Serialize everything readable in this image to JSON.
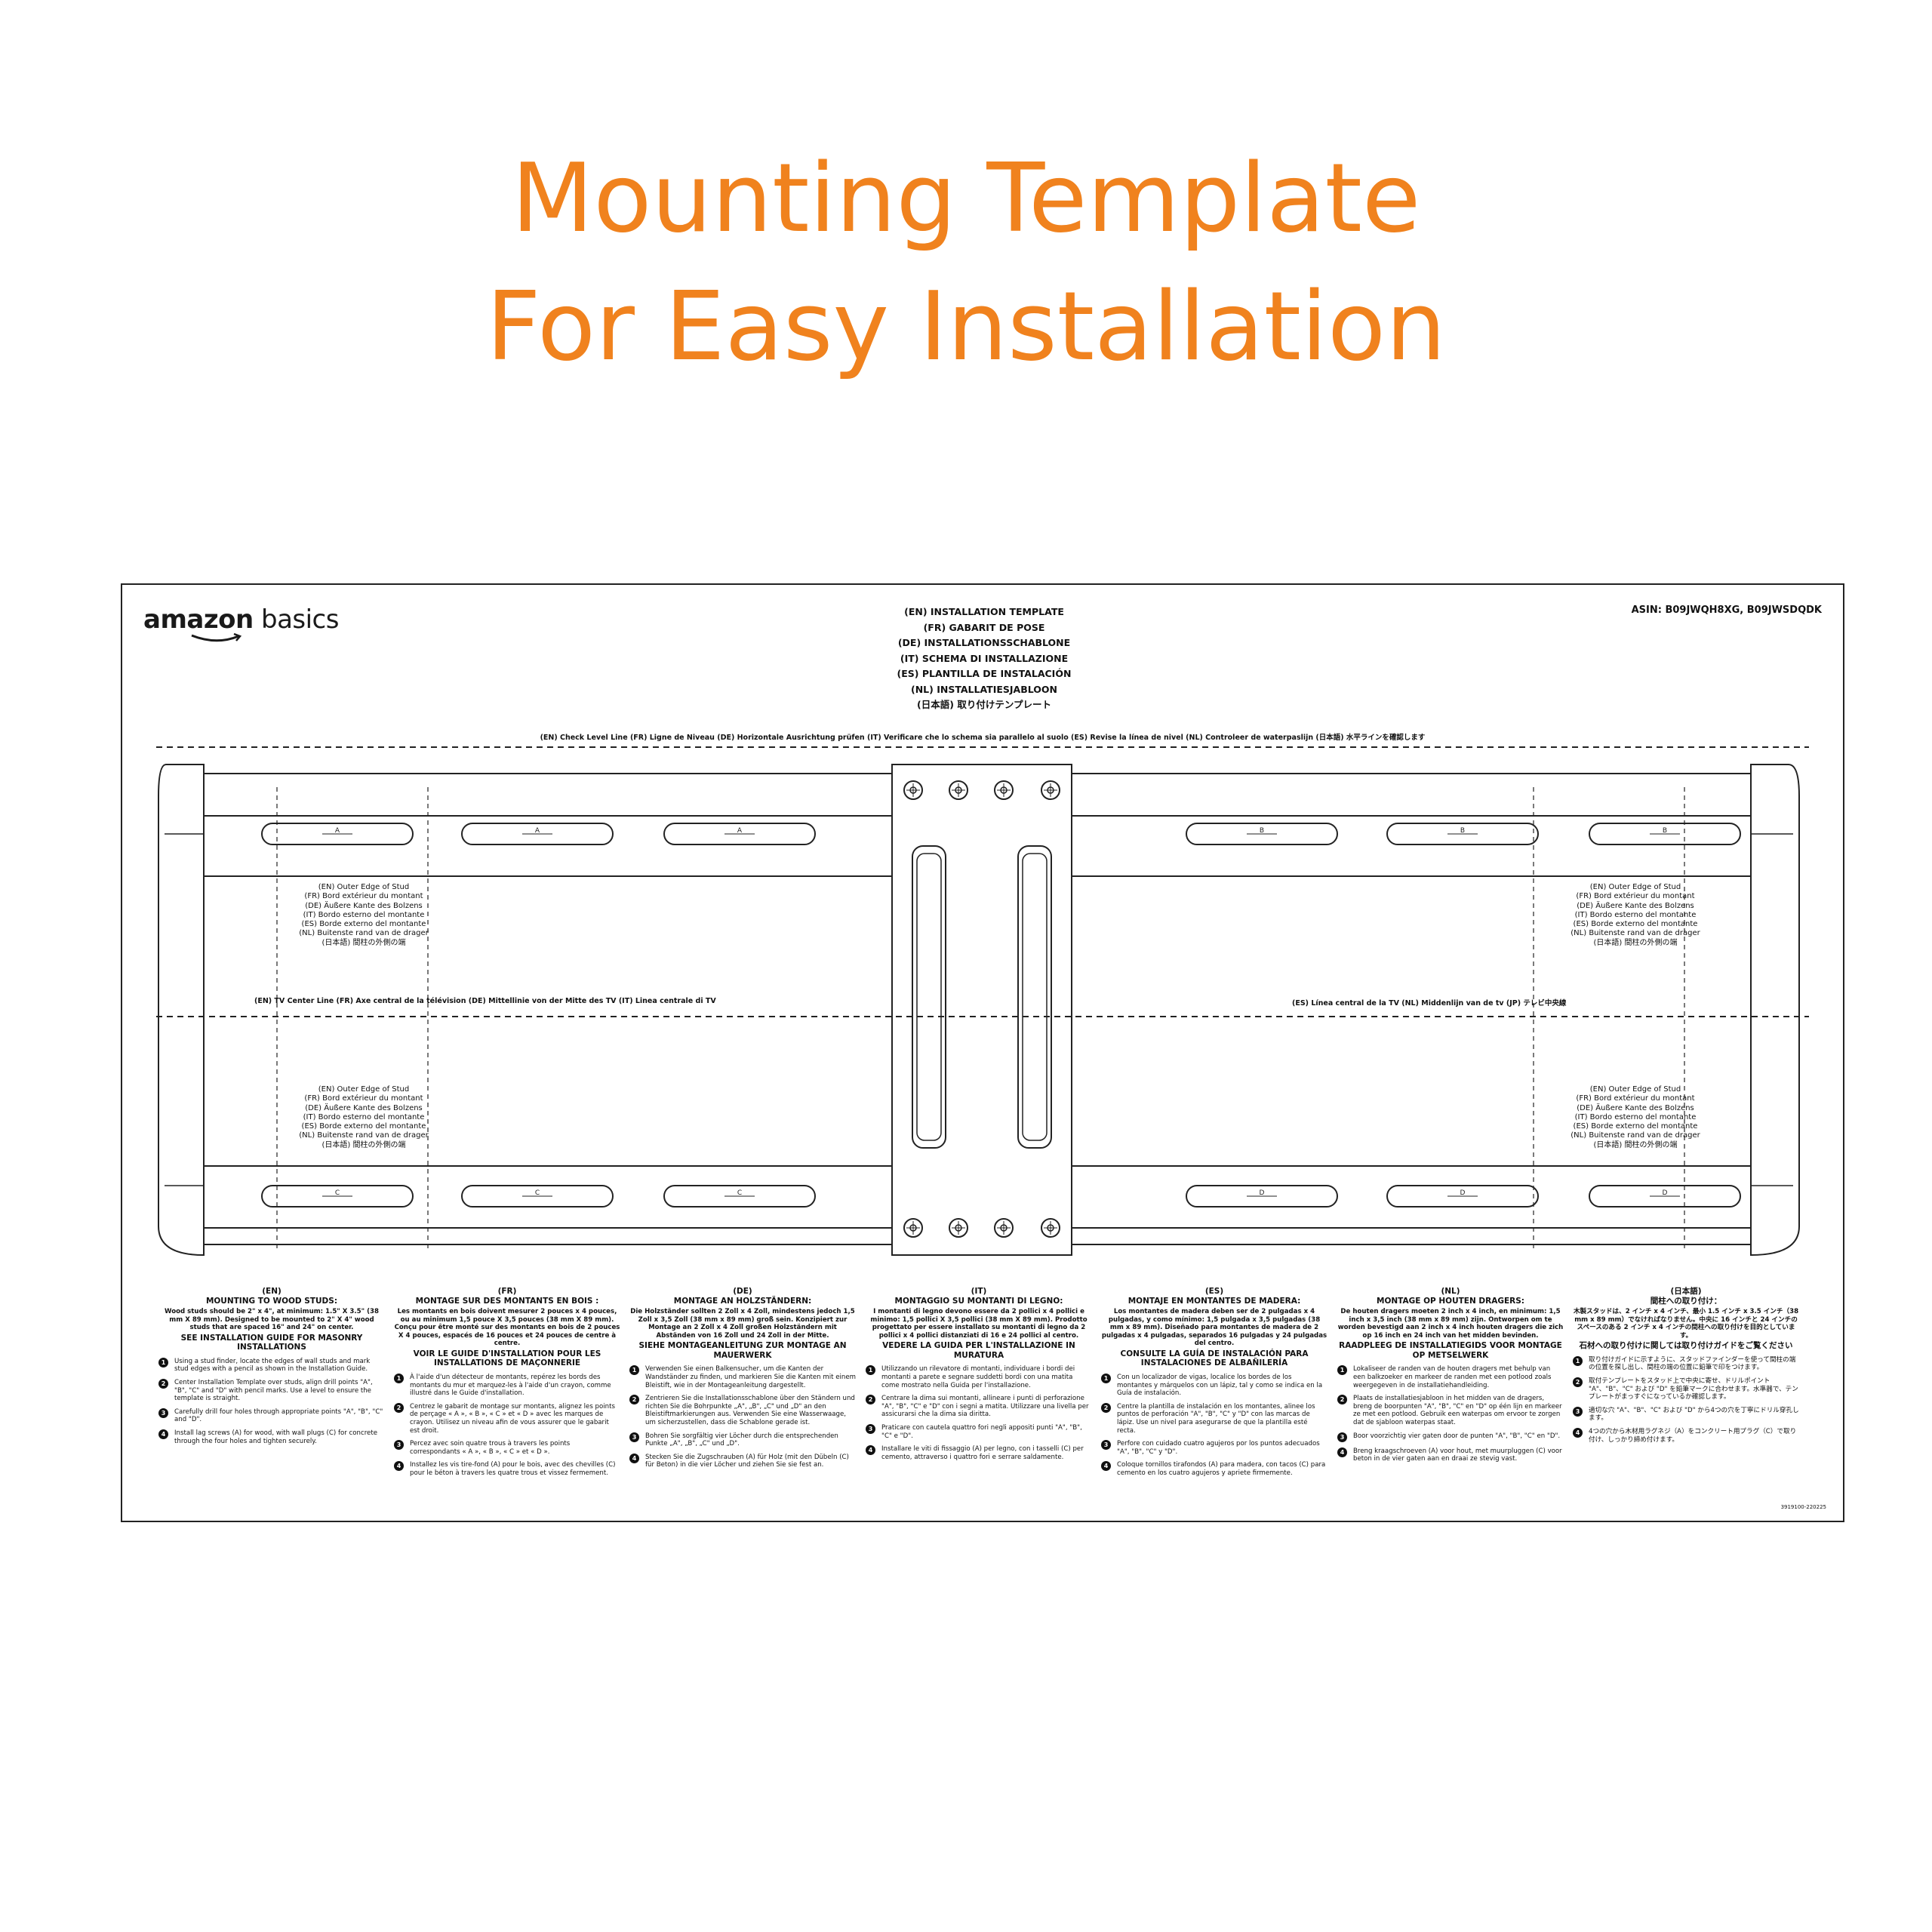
{
  "headline": {
    "line1": "Mounting Template",
    "line2": "For Easy Installation"
  },
  "brand": {
    "part1": "amazon",
    "part2": "basics"
  },
  "asin": "ASIN: B09JWQH8XG, B09JWSDQDK",
  "template_titles": [
    "(EN) INSTALLATION TEMPLATE",
    "(FR) GABARIT DE POSE",
    "(DE) INSTALLATIONSSCHABLONE",
    "(IT) SCHEMA DI INSTALLAZIONE",
    "(ES) PLANTILLA DE INSTALACIÓN",
    "(NL) INSTALLATIESJABLOON",
    "(日本語) 取り付けテンプレート"
  ],
  "level_line": "(EN) Check Level Line    (FR) Ligne de Niveau    (DE) Horizontale Ausrichtung prüfen    (IT) Verificare che lo schema sia parallelo al suolo    (ES) Revise la línea de nivel    (NL) Controleer de waterpaslijn    (日本語) 水平ラインを確認します",
  "center_line_left": "(EN) TV Center Line    (FR) Axe central de la télévision    (DE) Mittellinie von der Mitte des TV    (IT) Linea centrale di TV",
  "center_line_right": "(ES) Línea central de la TV    (NL) Middenlijn van de tv    (JP) テレビ中央線",
  "stud_label": [
    "(EN) Outer Edge of Stud",
    "(FR) Bord extérieur du montant",
    "(DE) Äußere Kante des Bolzens",
    "(IT) Bordo esterno del montante",
    "(ES) Borde externo del montante",
    "(NL) Buitenste rand van de drager",
    "(日本語) 間柱の外側の端"
  ],
  "slot_letters": {
    "a": "A",
    "b": "B",
    "c": "C",
    "d": "D"
  },
  "columns": [
    {
      "lang": "(EN)",
      "heading": "MOUNTING TO WOOD STUDS:",
      "body": "Wood studs should be 2\" x 4\", at minimum: 1.5\" X 3.5\" (38 mm X 89 mm). Designed to be mounted to 2\" X 4\" wood studs that are spaced 16\" and 24\" on center.",
      "heading2": "SEE INSTALLATION GUIDE FOR MASONRY INSTALLATIONS",
      "steps": [
        "Using a stud finder, locate the edges of wall studs and mark stud edges with a pencil as shown in the Installation Guide.",
        "Center Installation Template over studs, align drill points \"A\", \"B\", \"C\" and \"D\" with pencil marks. Use a level to ensure the template is straight.",
        "Carefully drill four holes through appropriate points \"A\", \"B\", \"C\" and \"D\".",
        "Install lag screws (A) for wood, with wall plugs (C) for concrete through the four holes and tighten securely."
      ]
    },
    {
      "lang": "(FR)",
      "heading": "MONTAGE SUR DES MONTANTS EN BOIS :",
      "body": "Les montants en bois doivent mesurer 2 pouces x 4 pouces, ou au minimum 1,5 pouce X 3,5 pouces (38 mm X 89 mm). Conçu pour être monté sur des montants en bois de 2 pouces X 4 pouces, espacés de 16 pouces et 24 pouces de centre à centre.",
      "heading2": "VOIR LE GUIDE D'INSTALLATION POUR LES INSTALLATIONS DE MAÇONNERIE",
      "steps": [
        "À l'aide d'un détecteur de montants, repérez les bords des montants du mur et marquez-les à l'aide d'un crayon, comme illustré dans le Guide d'installation.",
        "Centrez le gabarit de montage sur montants, alignez les points de perçage « A », « B », « C » et « D » avec les marques de crayon. Utilisez un niveau afin de vous assurer que le gabarit est droit.",
        "Percez avec soin quatre trous à travers les points correspondants « A », « B », « C » et « D ».",
        "Installez les vis tire-fond (A) pour le bois, avec des chevilles (C) pour le béton à travers les quatre trous et vissez fermement."
      ]
    },
    {
      "lang": "(DE)",
      "heading": "MONTAGE AN HOLZSTÄNDERN:",
      "body": "Die Holzständer sollten 2 Zoll x 4 Zoll, mindestens jedoch 1,5 Zoll x 3,5 Zoll (38 mm x 89 mm) groß sein. Konzipiert zur Montage an 2 Zoll x 4 Zoll großen Holzständern mit Abständen von 16 Zoll und 24 Zoll in der Mitte.",
      "heading2": "SIEHE MONTAGEANLEITUNG ZUR MONTAGE AN MAUERWERK",
      "steps": [
        "Verwenden Sie einen Balkensucher, um die Kanten der Wandständer zu finden, und markieren Sie die Kanten mit einem Bleistift, wie in der Montageanleitung dargestellt.",
        "Zentrieren Sie die Installationsschablone über den Ständern und richten Sie die Bohrpunkte „A\", „B\", „C\" und „D\" an den Bleistiftmarkierungen aus. Verwenden Sie eine Wasserwaage, um sicherzustellen, dass die Schablone gerade ist.",
        "Bohren Sie sorgfältig vier Löcher durch die entsprechenden Punkte „A\", „B\", „C\" und „D\".",
        "Stecken Sie die Zugschrauben (A) für Holz (mit den Dübeln (C) für Beton) in die vier Löcher und ziehen Sie sie fest an."
      ]
    },
    {
      "lang": "(IT)",
      "heading": "MONTAGGIO SU MONTANTI DI LEGNO:",
      "body": "I montanti di legno devono essere da 2 pollici x 4 pollici e minimo: 1,5 pollici X 3,5 pollici (38 mm X 89 mm). Prodotto progettato per essere installato su montanti di legno da 2 pollici x 4 pollici distanziati di 16 e 24 pollici al centro.",
      "heading2": "VEDERE LA GUIDA PER L'INSTALLAZIONE IN MURATURA",
      "steps": [
        "Utilizzando un rilevatore di montanti, individuare i bordi dei montanti a parete e segnare suddetti bordi con una matita come mostrato nella Guida per l'installazione.",
        "Centrare la dima sui montanti, allineare i punti di perforazione \"A\", \"B\", \"C\" e \"D\" con i segni a matita. Utilizzare una livella per assicurarsi che la dima sia diritta.",
        "Praticare con cautela quattro fori negli appositi punti \"A\", \"B\", \"C\" e \"D\".",
        "Installare le viti di fissaggio (A) per legno, con i tasselli (C) per cemento, attraverso i quattro fori e serrare saldamente."
      ]
    },
    {
      "lang": "(ES)",
      "heading": "MONTAJE EN MONTANTES DE MADERA:",
      "body": "Los montantes de madera deben ser de 2 pulgadas x 4 pulgadas, y como mínimo: 1,5 pulgada x 3,5 pulgadas (38 mm x 89 mm). Diseñado para montantes de madera de 2 pulgadas x 4 pulgadas, separados 16 pulgadas y 24 pulgadas del centro.",
      "heading2": "CONSULTE LA GUÍA DE INSTALACIÓN PARA INSTALACIONES DE ALBAÑILERÍA",
      "steps": [
        "Con un localizador de vigas, localice los bordes de los montantes y márquelos con un lápiz, tal y como se indica en la Guía de instalación.",
        "Centre la plantilla de instalación en los montantes, alinee los puntos de perforación \"A\", \"B\", \"C\" y \"D\" con las marcas de lápiz. Use un nivel para asegurarse de que la plantilla esté recta.",
        "Perfore con cuidado cuatro agujeros por los puntos adecuados \"A\", \"B\", \"C\" y \"D\".",
        "Coloque tornillos tirafondos (A) para madera, con tacos (C) para cemento en los cuatro agujeros y apriete firmemente."
      ]
    },
    {
      "lang": "(NL)",
      "heading": "MONTAGE OP HOUTEN DRAGERS:",
      "body": "De houten dragers moeten 2 inch x 4 inch, en minimum: 1,5 inch x 3,5 inch (38 mm x 89 mm) zijn. Ontworpen om te worden bevestigd aan 2 inch x 4 inch houten dragers die zich op 16 inch en 24 inch van het midden bevinden.",
      "heading2": "RAADPLEEG DE INSTALLATIEGIDS VOOR MONTAGE OP METSELWERK",
      "steps": [
        "Lokaliseer de randen van de houten dragers met behulp van een balkzoeker en markeer de randen met een potlood zoals weergegeven in de installatiehandleiding.",
        "Plaats de installatiesjabloon in het midden van de dragers, breng de boorpunten \"A\", \"B\", \"C\" en \"D\" op één lijn en markeer ze met een potlood. Gebruik een waterpas om ervoor te zorgen dat de sjabloon waterpas staat.",
        "Boor voorzichtig vier gaten door de punten \"A\", \"B\", \"C\" en \"D\".",
        "Breng kraagschroeven (A) voor hout, met muurpluggen (C) voor beton in de vier gaten aan en draai ze stevig vast."
      ]
    },
    {
      "lang": "(日本語)",
      "heading": "間柱への取り付け：",
      "body": "木製スタッドは、2 インチ x 4 インチ、最小 1.5 インチ x 3.5 インチ（38 mm x 89 mm）でなければなりません。中央に 16 インチと 24 インチのスペースのある 2 インチ x 4 インチの間柱への取り付けを目的としています。",
      "heading2": "石材への取り付けに関しては取り付けガイドをご覧ください",
      "steps": [
        "取り付けガイドに示すように、スタッドファインダーを使って間柱の端の位置を探し出し、間柱の端の位置に鉛筆で印をつけます。",
        "取付テンプレートをスタッド上で中央に寄せ、ドリルポイント \"A\"、\"B\"、\"C\" および \"D\" を鉛筆マークに合わせます。水準器で、テンプレートがまっすぐになっているか確認します。",
        "適切な穴 \"A\"、\"B\"、\"C\" および \"D\" から4つの穴を丁寧にドリル穿孔します。",
        "4つの穴から木材用ラグネジ（A）をコンクリート用プラグ（C）で取り付け、しっかり締め付けます。"
      ]
    }
  ],
  "doc_code": "3919100-220225",
  "colors": {
    "headline": "#f0821e",
    "line": "#222222"
  },
  "icons": [
    "amazon-smile-icon",
    "screw-hole-icon"
  ]
}
